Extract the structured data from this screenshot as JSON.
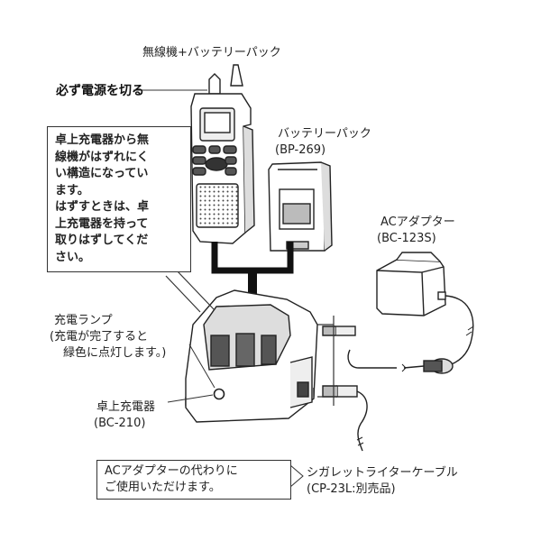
{
  "labels": {
    "radio_battery": "無線機+バッテリーパック",
    "power_off": "必ず電源を切る",
    "battery_pack": "バッテリーパック",
    "battery_model": "(BP-269)",
    "ac_adapter": "ACアダプター",
    "ac_adapter_model": "(BC-123S)",
    "charge_lamp": "充電ランプ",
    "charge_lamp_note_1": "(充電が完了すると",
    "charge_lamp_note_2": "緑色に点灯します。)",
    "desktop_charger": "卓上充電器",
    "desktop_charger_model": "(BC-210)",
    "cigarette_cable": "シガレットライターケーブル",
    "cigarette_cable_model": "(CP-23L:別売品)"
  },
  "notice_box": {
    "lines": [
      "卓上充電器から無",
      "線機がはずれにく",
      "い構造になってい",
      "ます。",
      "はずすときは、卓",
      "上充電器を持って",
      "取りはずしてくだ",
      "さい。"
    ]
  },
  "ac_box": {
    "lines": [
      "ACアダプターの代わりに",
      "ご使用いただけます。"
    ]
  }
}
